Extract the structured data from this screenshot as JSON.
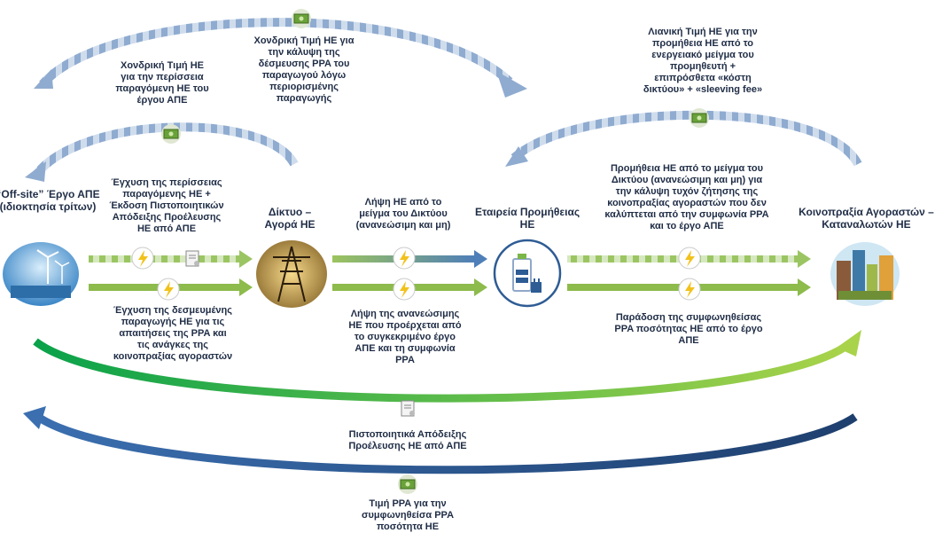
{
  "nodes": {
    "renewable": "“Off-site” Έργο ΑΠΕ\n(ιδιοκτησία τρίτων)",
    "grid": "Δίκτυο –\nΑγορά ΗΕ",
    "supplier": "Εταιρεία Προμήθειας\nΗΕ",
    "consumers": "Κοινοπραξία Αγοραστών –\nΚαταναλωτών ΗΕ"
  },
  "labels": {
    "wholesale_top": "Χονδρική Τιμή ΗΕ για\nτην κάλυψη της\nδέσμευσης PPA του\nπαραγωγού λόγω\nπεριορισμένης\nπαραγωγής",
    "wholesale_left": "Χονδρική Τιμή ΗΕ\nγια την περίσσεια\nπαραγόμενη ΗΕ του\nέργου ΑΠΕ",
    "retail_price": "Λιανική Τιμή ΗΕ για την\nπρομήθεια ΗΕ από το\nενεργειακό μείγμα του\nπρομηθευτή +\nεπιπρόσθετα «κόστη\nδικτύου» + «sleeving fee»",
    "injection_excess": "Έγχυση της περίσσειας\nπαραγόμενης ΗΕ +\nΈκδοση Πιστοποιητικών\nΑπόδειξης Προέλευσης\nΗΕ από ΑΠΕ",
    "grid_mix": "Λήψη ΗΕ από το\nμείγμα του Δικτύου\n(ανανεώσιμη και μη)",
    "supply_mix": "Προμήθεια ΗΕ από το μείγμα του\nΔικτύου (ανανεώσιμη και μη) για\nτην κάλυψη τυχόν ζήτησης της\nκοινοπραξίας αγοραστών που δεν\nκαλύπτεται από την συμφωνία PPA\nκαι το έργο ΑΠΕ",
    "injection_committed": "Έγχυση της δεσμευμένης\nπαραγωγής ΗΕ για τις\nαπαιτήσεις της PPA και\nτις ανάγκες της\nκοινοπραξίας αγοραστών",
    "renewable_receive": "Λήψη της ανανεώσιμης\nΗΕ που προέρχεται από\nτο συγκεκριμένο έργο\nΑΠΕ και τη συμφωνία\nPPA",
    "delivery": "Παράδοση της συμφωνηθείσας\nPPA ποσότητας ΗΕ από το έργο\nΑΠΕ",
    "certificates": "Πιστοποιητικά Απόδειξης\nΠροέλευσης ΗΕ από ΑΠΕ",
    "ppa_price": "Τιμή PPA για την\nσυμφωνηθείσα PPA\nποσότητα ΗΕ"
  },
  "icons": [
    "money-icon",
    "lightning-icon",
    "certificate-icon",
    "wind-turbine-icon",
    "power-pylon-icon",
    "battery-plug-icon",
    "city-buildings-icon"
  ],
  "colors": {
    "text": "#1f2d46",
    "green_arrow": "#8dbb4c",
    "green_curve": "#1da84a",
    "blue_curve": "#2e5c94",
    "dashed_blue": "#8aa5c8",
    "lightning": "#f2c21b"
  }
}
